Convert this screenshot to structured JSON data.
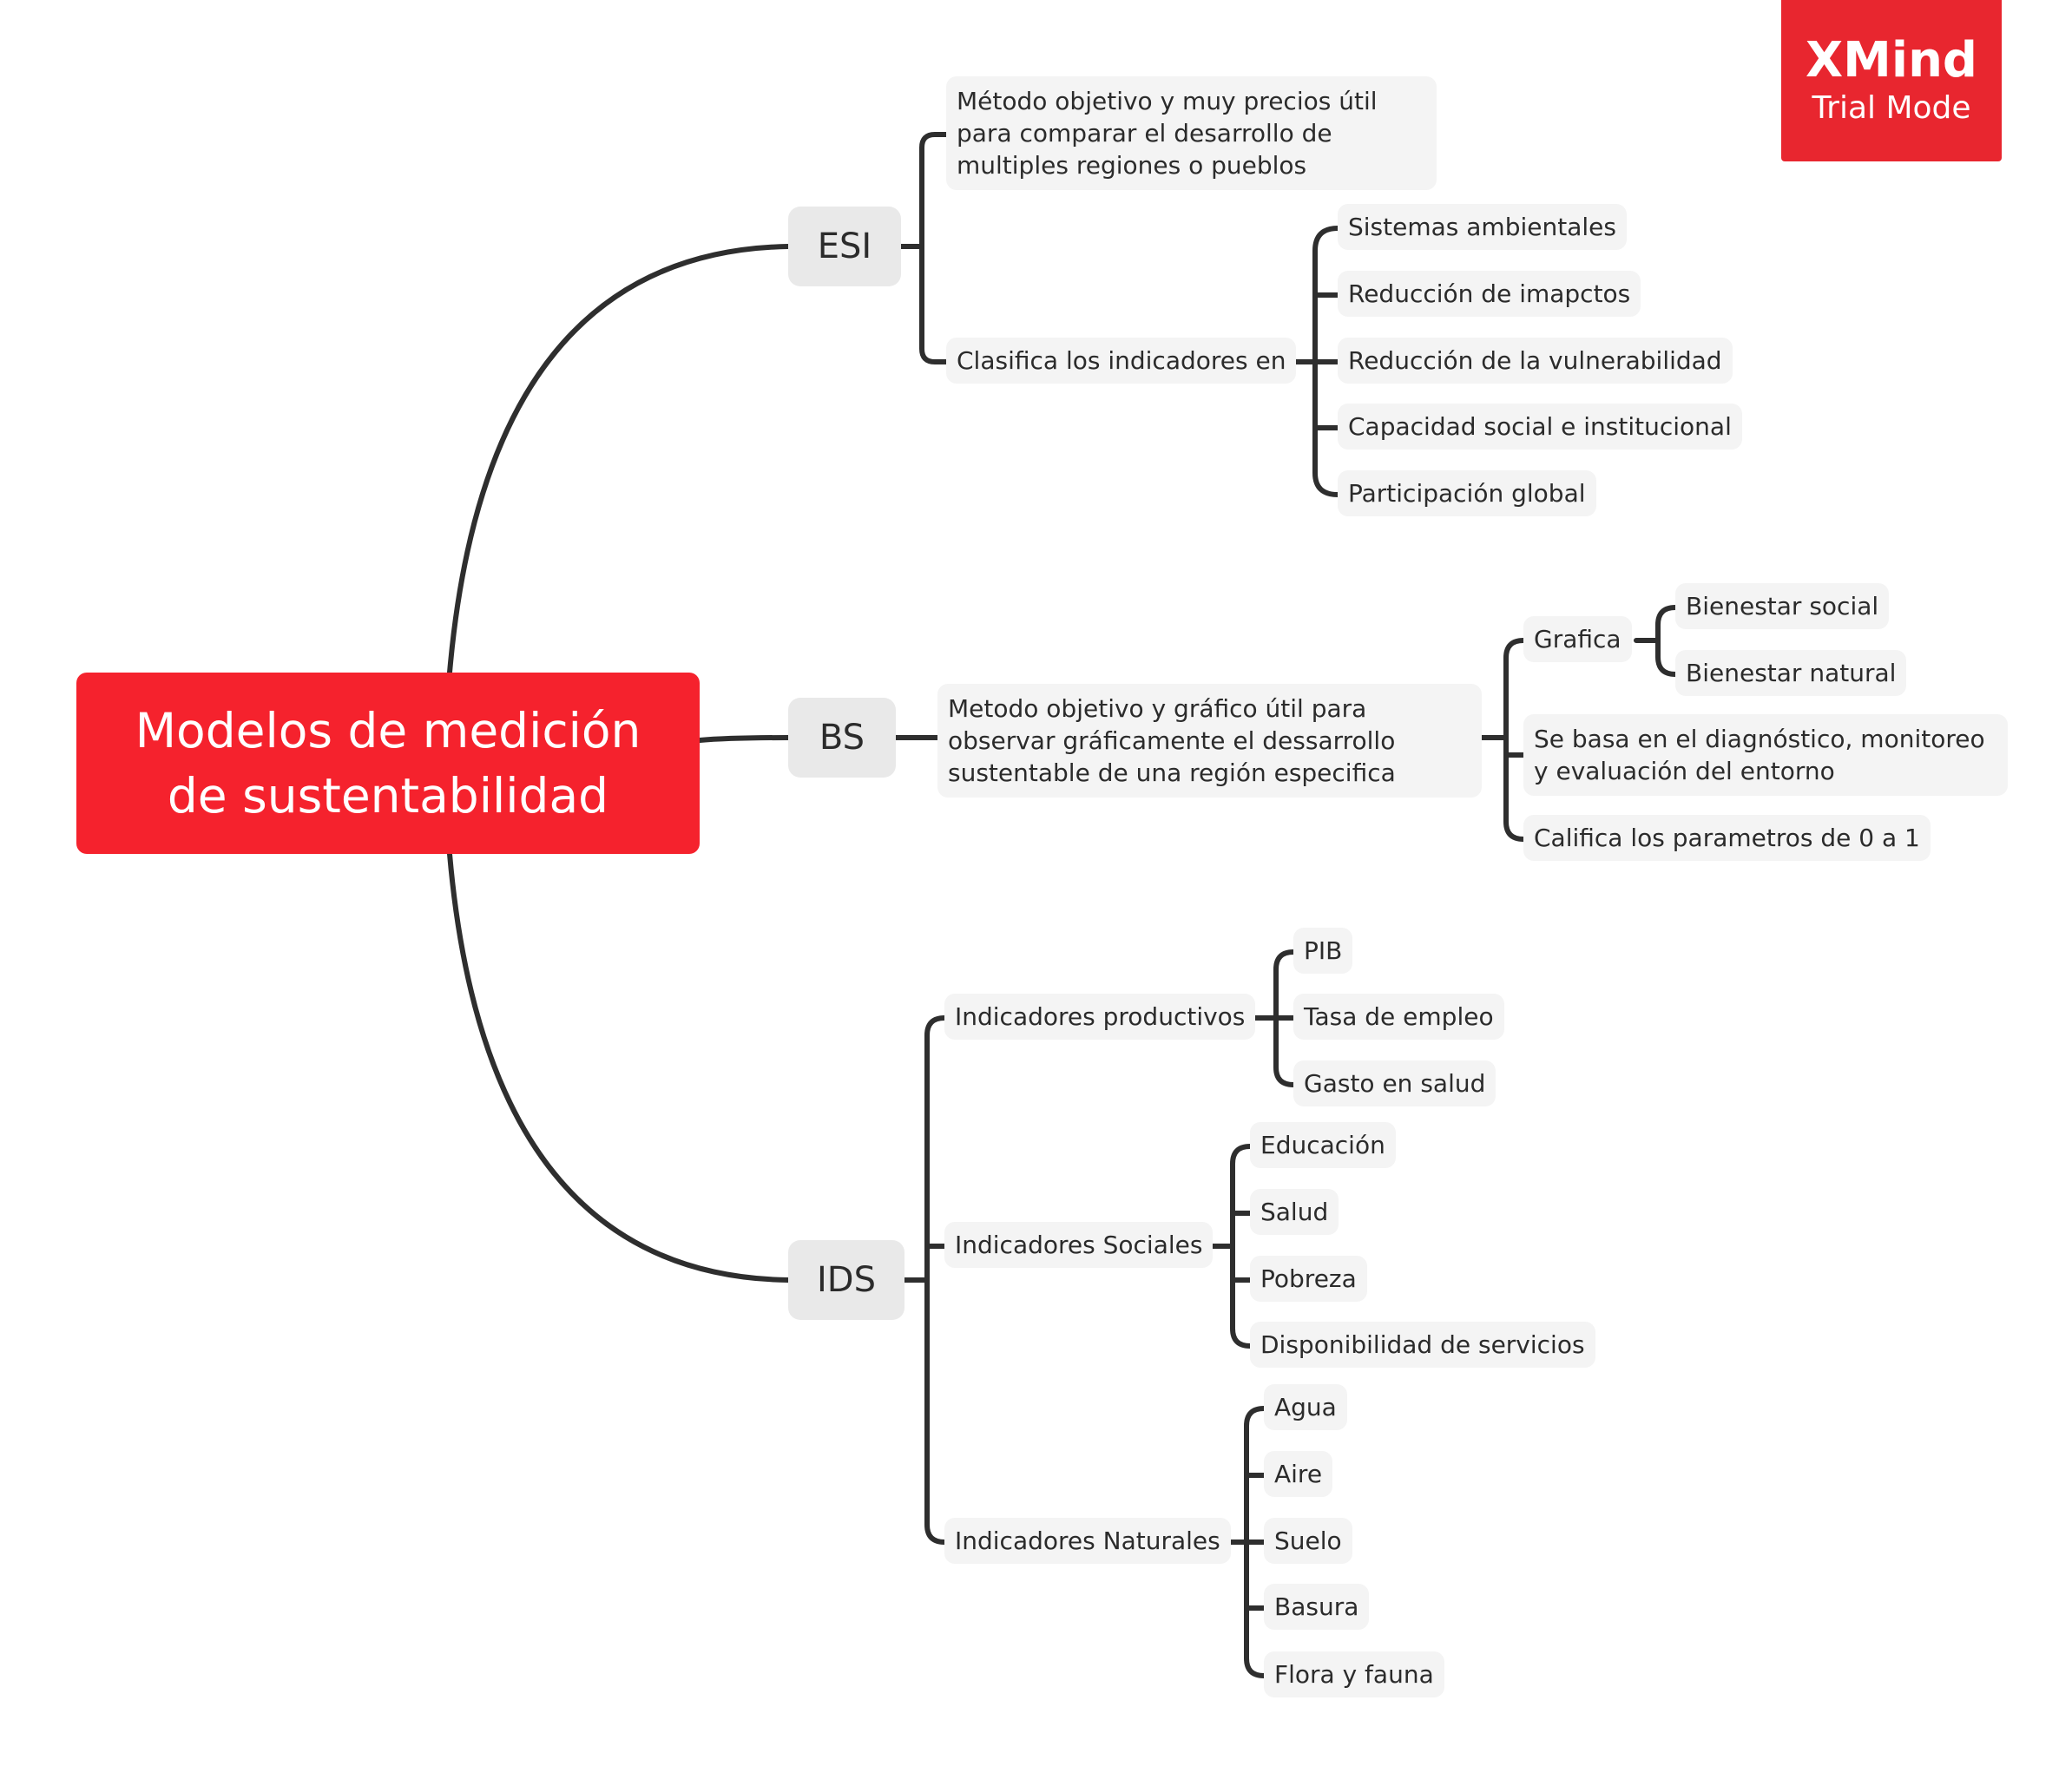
{
  "root": {
    "line1": "Modelos de medición",
    "line2": "de sustentabilidad"
  },
  "watermark": {
    "title": "XMind",
    "subtitle": "Trial Mode"
  },
  "esi": {
    "label": "ESI",
    "description": "Método objetivo y muy precios útil para comparar el desarrollo de multiples regiones o pueblos",
    "classify": {
      "label": "Clasifica los indicadores en",
      "items": [
        "Sistemas ambientales",
        "Reducción de imapctos",
        "Reducción de la vulnerabilidad",
        "Capacidad social e institucional",
        "Participación global"
      ]
    }
  },
  "bs": {
    "label": "BS",
    "description": "Metodo objetivo y gráfico útil para observar gráficamente el dessarrollo sustentable de una región especifica",
    "grafica": {
      "label": "Grafica",
      "items": [
        "Bienestar social",
        "Bienestar natural"
      ]
    },
    "basis": "Se basa en el diagnóstico, monitoreo y evaluación del entorno",
    "rating": "Califica los parametros de 0 a 1"
  },
  "ids": {
    "label": "IDS",
    "productive": {
      "label": "Indicadores productivos",
      "items": [
        "PIB",
        "Tasa de empleo",
        "Gasto en salud"
      ]
    },
    "social": {
      "label": "Indicadores Sociales",
      "items": [
        "Educación",
        "Salud",
        "Pobreza",
        "Disponibilidad de servicios"
      ]
    },
    "natural": {
      "label": "Indicadores Naturales",
      "items": [
        "Agua",
        "Aire",
        "Suelo",
        "Basura",
        "Flora y fauna"
      ]
    }
  },
  "colors": {
    "root": "#f5222d",
    "badge": "#e8262f",
    "node_bg": "#f4f4f4",
    "main_bg": "#e9e9e9",
    "line": "#2e2e2e"
  }
}
